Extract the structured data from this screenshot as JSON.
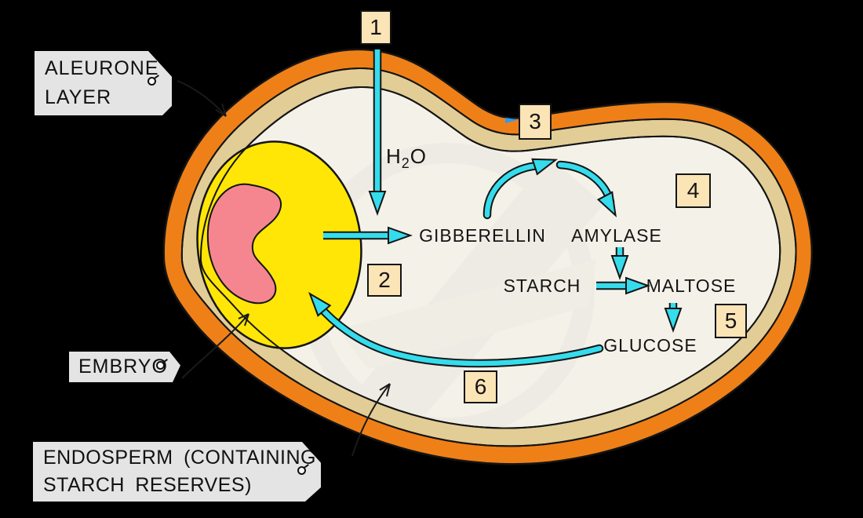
{
  "labels": {
    "aleurone": {
      "line1": "ALEURONE",
      "line2": "LAYER"
    },
    "embryo": {
      "line1": "EMBRYO"
    },
    "endosperm": {
      "line1": "ENDOSPERM (CONTAINING",
      "line2": "STARCH RESERVES)"
    }
  },
  "molecules": {
    "h2o": {
      "h": "H",
      "sub": "2",
      "o": "O"
    },
    "gibberellin": "GIBBERELLIN",
    "amylase": "AMYLASE",
    "starch": "STARCH",
    "maltose": "MALTOSE",
    "glucose": "GLUCOSE"
  },
  "steps": [
    {
      "n": "1"
    },
    {
      "n": "2"
    },
    {
      "n": "3"
    },
    {
      "n": "4"
    },
    {
      "n": "5"
    },
    {
      "n": "6"
    }
  ],
  "colors": {
    "background": "#000000",
    "seed_coat_orange": "#EF8018",
    "aleurone_tan": "#E2CD96",
    "endosperm_cream": "#F4F1E9",
    "embryo_region_yellow": "#FFE606",
    "embryo_pink": "#F5868F",
    "process_arrow_cyan": "#35DCEC",
    "water_entry_arrow_blue": "#2D9BF0",
    "tag_gray": "#E4E4E4",
    "step_box_peach": "#FBE4B6",
    "outline_black": "#141414"
  }
}
